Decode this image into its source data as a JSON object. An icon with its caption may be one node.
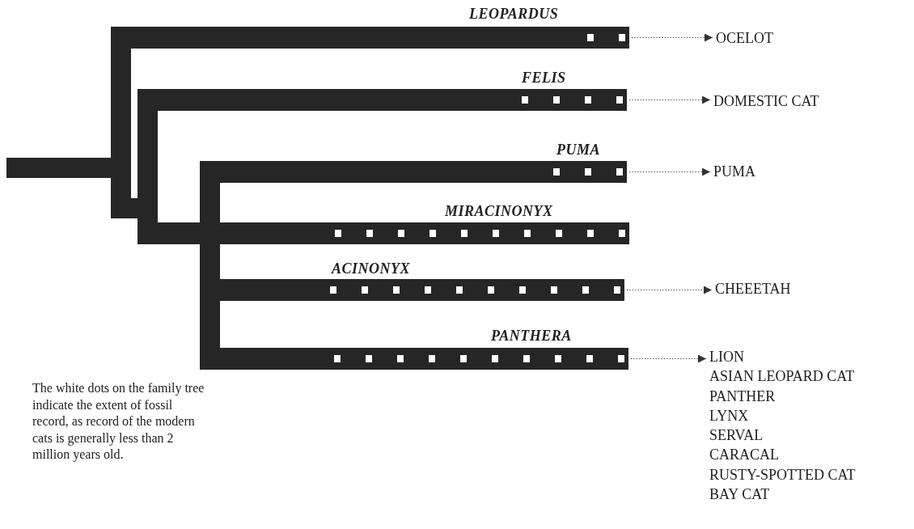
{
  "diagram": {
    "nodes": [
      {
        "text": [
          "LEOPARDUS"
        ]
      },
      {
        "text": [
          "FELIS"
        ]
      },
      {
        "text": [
          "PUMA"
        ]
      },
      {
        "text": [
          "MIRACINONYX"
        ]
      },
      {
        "text": [
          "ACINONYX"
        ]
      },
      {
        "text": [
          "PANTHERA"
        ]
      },
      {
        "text": [
          "OCELOT"
        ]
      },
      {
        "text": [
          "DOMESTIC CAT"
        ]
      },
      {
        "text": [
          "PUMA"
        ]
      },
      {
        "text": [
          "CHEEETAH"
        ]
      },
      {
        "text": [
          "LION",
          "ASIAN LEOPARD CAT",
          "PANTHER",
          "LYNX",
          "SERVAL",
          "CARACAL",
          "RUSTY-SPOTTED CAT",
          "BAY CAT"
        ]
      }
    ],
    "edges": [
      {
        "from": 0,
        "to": 6,
        "arrow": "to"
      },
      {
        "from": 1,
        "to": 7,
        "arrow": "to"
      },
      {
        "from": 2,
        "to": 8,
        "arrow": "to"
      },
      {
        "from": 4,
        "to": 9,
        "arrow": "to"
      },
      {
        "from": 5,
        "to": 10,
        "arrow": "to"
      }
    ],
    "labels": [
      "The white dots on the family tree indicate the extent of fossil record, as record of the modern cats is generally less than 2 million years old."
    ]
  }
}
